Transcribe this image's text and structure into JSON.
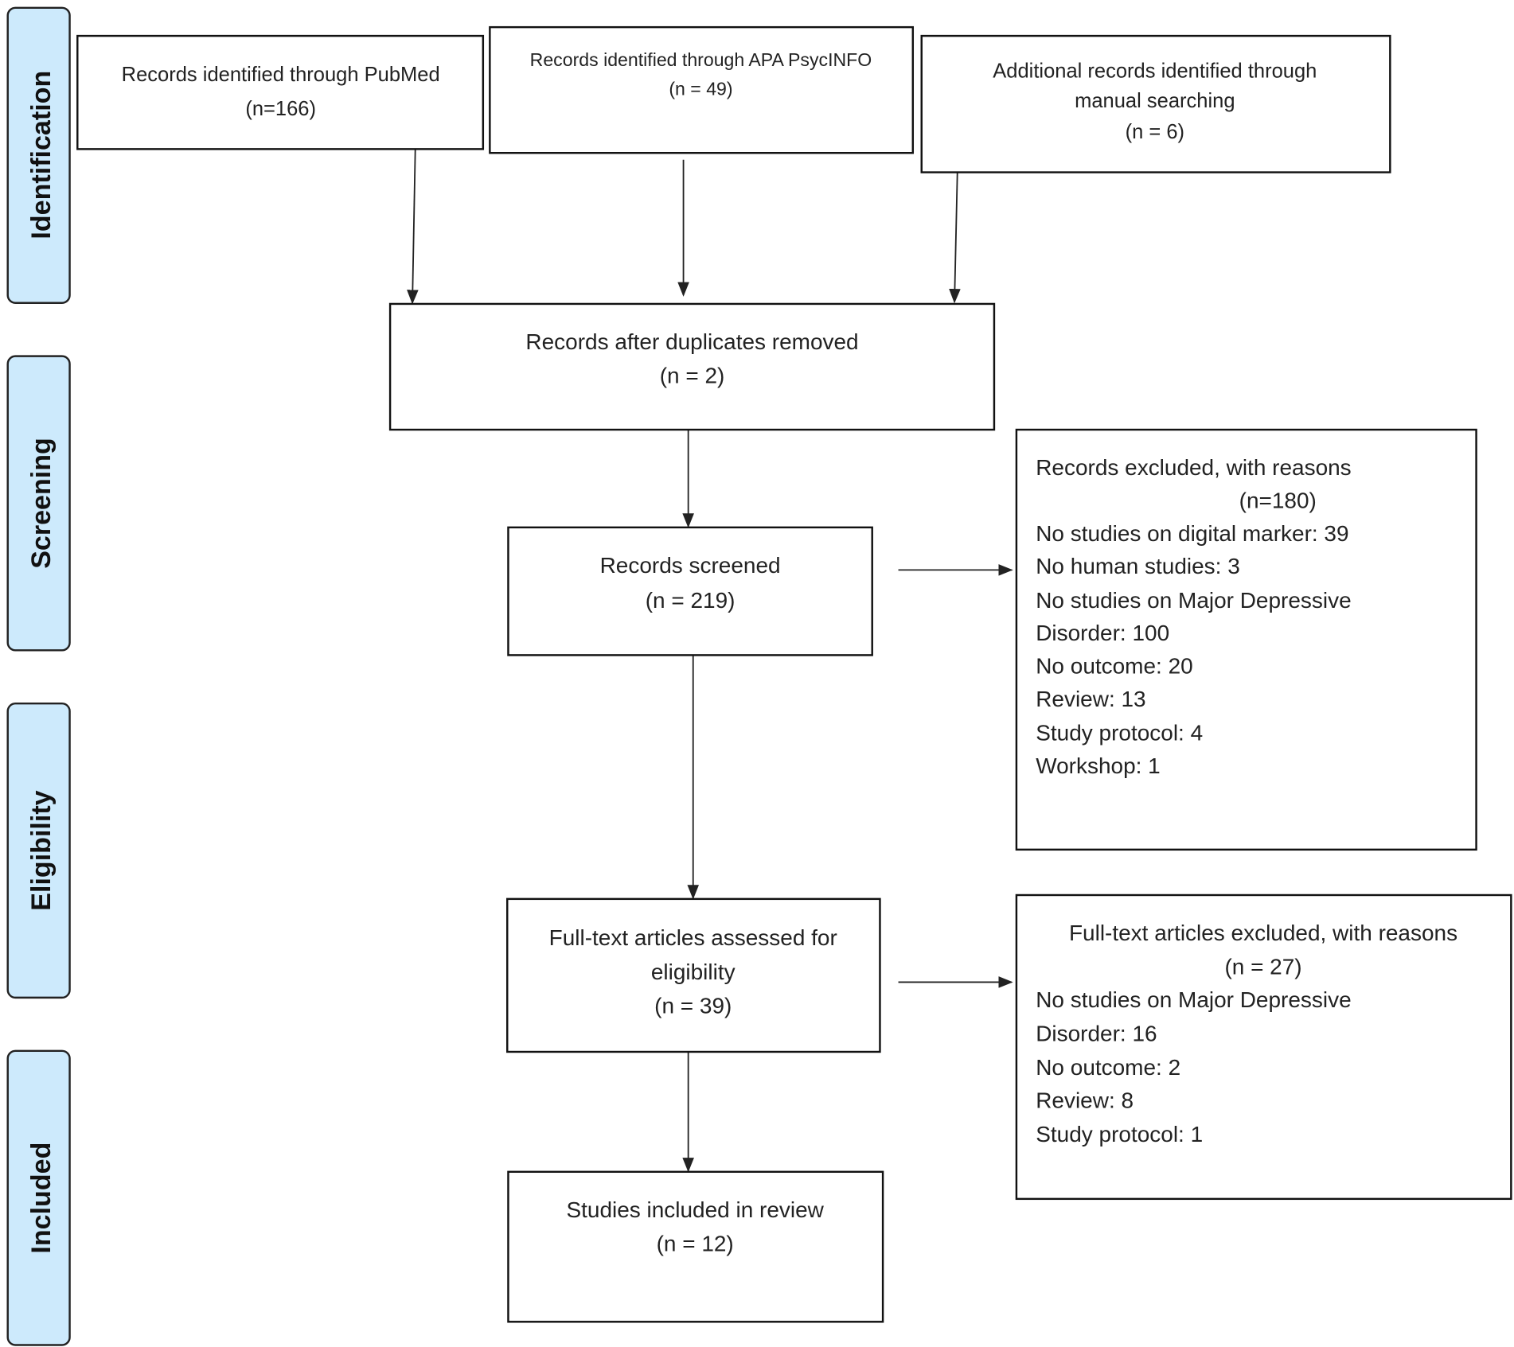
{
  "phases": [
    "Identification",
    "Screening",
    "Eligibility",
    "Included"
  ],
  "boxes": {
    "pubmed": {
      "lines": [
        "Records identified through PubMed",
        "(n=166)"
      ]
    },
    "psycinfo": {
      "lines": [
        "Records identified through APA PsycINFO",
        "(n =  49)"
      ]
    },
    "manual": {
      "lines": [
        "Additional records identified through",
        "manual searching",
        "(n =  6)"
      ]
    },
    "duplicates": {
      "lines": [
        "Records after duplicates removed",
        "(n = 2)"
      ]
    },
    "screened": {
      "lines": [
        "Records screened",
        "(n = 219)"
      ]
    },
    "excluded_records": {
      "title": "Records excluded, with reasons",
      "count": "(n=180)",
      "reasons": [
        "No studies on digital marker: 39",
        "No human studies: 3",
        "No studies on Major Depressive",
        "Disorder: 100",
        "No outcome: 20",
        "Review: 13",
        "Study protocol: 4",
        "Workshop: 1"
      ]
    },
    "fulltext": {
      "lines": [
        "Full-text articles assessed for",
        "eligibility",
        "(n = 39)"
      ]
    },
    "excluded_fulltext": {
      "title": "Full-text articles excluded, with reasons",
      "count": "(n = 27)",
      "reasons": [
        "No studies on Major Depressive",
        "Disorder: 16",
        "No outcome: 2",
        "Review: 8",
        "Study protocol: 1"
      ]
    },
    "included": {
      "lines": [
        "Studies included in review",
        "(n = 12)"
      ]
    }
  },
  "colors": {
    "phase_tab": "#cdeafc",
    "border": "#111111"
  }
}
